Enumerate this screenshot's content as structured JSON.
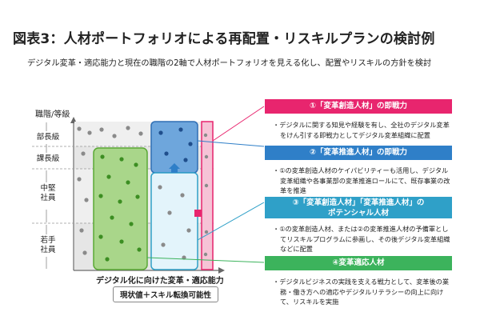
{
  "title": "図表3：人材ポートフォリオによる再配置・リスキルプランの検討例",
  "subtitle": "デジタル変革・適応能力と現在の職階の2軸で人材ポートフォリオを見える化し、配置やリスキルの方針を検討",
  "diagram": {
    "y_axis_label": "職階/等級",
    "y_ticks": [
      "部長級",
      "課長級",
      "中堅\n社員",
      "若手\n社員"
    ],
    "x_axis_label": "デジタル化に向けた変革・適応能力",
    "x_axis_sub": "現状値＋スキル転換可能性",
    "colors": {
      "green": "#6cbd45",
      "blue": "#2f7fc8",
      "lightblue": "#2fa0c8",
      "pink": "#e8256e"
    }
  },
  "panels": [
    {
      "header": "①「変革創造人材」の即戦力",
      "color": "#e8256e",
      "bullet": "デジタルに関する知見や経験を有し、全社のデジタル変革をけん引する即戦力としてデジタル変革組織に配置"
    },
    {
      "header": "②「変革推進人材」の即戦力",
      "color": "#2f7fc8",
      "bullet": "①の変革創造人材のケイパビリティーも活用し、デジタル変革組織や各事業部の変革推進ロールにて、既存事業の改革を推進"
    },
    {
      "header": "③「変革創造人材」「変革推進人材」の\nポテンシャル人材",
      "color": "#2fa0c8",
      "bullet": "①の変革創造人材、または②の変革推進人材の予備軍としてリスキルプログラムに参画し、その後デジタル変革組織などに配置"
    },
    {
      "header": "④変革適応人材",
      "color": "#3cb35c",
      "bullet": "デジタルビジネスの実践を支える戦力として、変革後の業務・働き方への適応やデジタルリテラシーの向上に向けて、リスキルを実施"
    }
  ]
}
